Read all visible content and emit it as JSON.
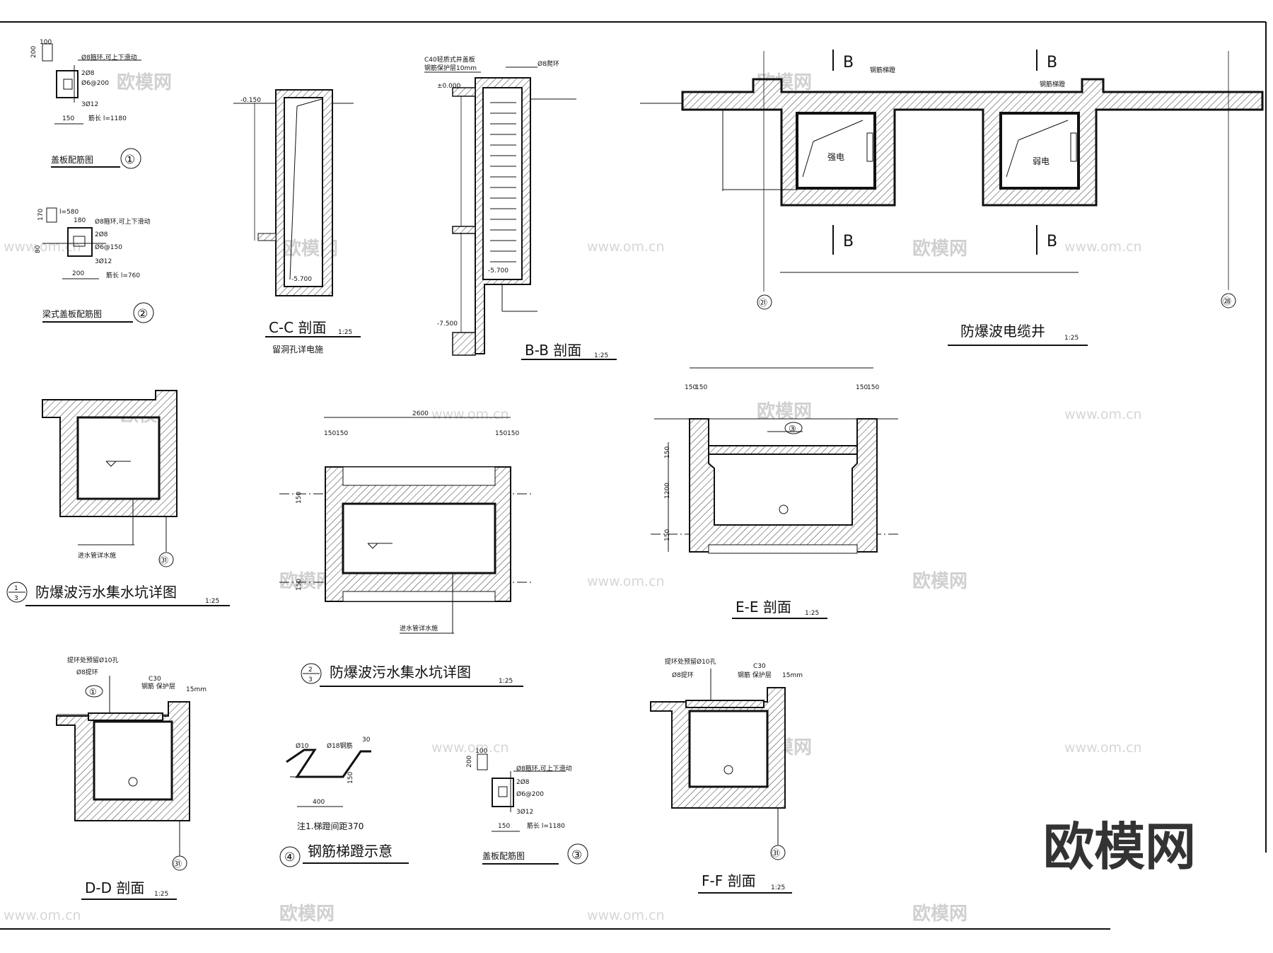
{
  "watermark": {
    "text": "欧模网",
    "site": "www.om.cn",
    "brand": "欧模网"
  },
  "cover1": {
    "dim_w": "100",
    "dim_h": "200",
    "notes": [
      "Ø8箍环,可上下滑动",
      "2Ø8",
      "Ø6@200",
      "3Ø12"
    ],
    "width": "150",
    "length": "筋长 l=1180",
    "title": "盖板配筋图",
    "num": "①"
  },
  "cover2": {
    "dim_top": "l=580",
    "dim_h": "170",
    "dim_w": "180",
    "dim_side": "80",
    "notes": [
      "Ø8箍环,可上下滑动",
      "2Ø8",
      "Ø6@150",
      "3Ø12"
    ],
    "width": "200",
    "length": "筋长 l=760",
    "title": "梁式盖板配筋图",
    "num": "②"
  },
  "secCC": {
    "elev1": "-0.150",
    "elev2": "-5.700",
    "title": "C-C  剖面",
    "scale": "1:25",
    "sub": "留洞孔详电施"
  },
  "secBB": {
    "note1": "C40轻质式井盖板",
    "note2": "钢筋保护层10mm",
    "note3": "Ø8爬环",
    "elev0": "±0.000",
    "elev1": "-5.700",
    "elev2": "-7.500",
    "title": "B-B  剖面",
    "scale": "1:25"
  },
  "shaft": {
    "b": "B",
    "ladder": "钢筋梯蹬",
    "strong": "强电",
    "weak": "弱电",
    "axisL": "㉑",
    "axisR": "㉘",
    "title": "防爆波电缆井",
    "scale": "1:25"
  },
  "pit1": {
    "pipe": "进水管详水施",
    "axis": "㉛",
    "num": "1\n3",
    "title": "防爆波污水集水坑详图",
    "scale": "1:25"
  },
  "pit2": {
    "dim_total": "2600",
    "d150": "150",
    "pipe": "进水管详水施",
    "title": "防爆波污水集水坑详图",
    "scale": "1:25"
  },
  "secEE": {
    "d150": "150",
    "d1200": "1200",
    "num": "③",
    "title": "E-E  剖面",
    "scale": "1:25"
  },
  "secDD": {
    "note1": "提环处预留Ø10孔",
    "note2": "Ø8提环",
    "num": "①",
    "c30": "C30",
    "cover": "钢筋 保护层",
    "mm": "15mm",
    "axis": "㉛",
    "title": "D-D  剖面",
    "scale": "1:25"
  },
  "ladder": {
    "d1": "Ø10",
    "d2": "Ø18钢筋",
    "d3": "30",
    "d4": "400",
    "d5": "150",
    "note": "注1.梯蹬间距370",
    "title": "钢筋梯蹬示意",
    "num": "④"
  },
  "cover3": {
    "dim_w": "100",
    "dim_h": "200",
    "notes": [
      "Ø8箍环,可上下滑动",
      "2Ø8",
      "Ø6@200",
      "3Ø12"
    ],
    "width": "150",
    "length": "筋长 l=1180",
    "title": "盖板配筋图",
    "num": "③"
  },
  "secFF": {
    "note1": "提环处预留Ø10孔",
    "note2": "Ø8提环",
    "c30": "C30",
    "cover": "钢筋 保护层",
    "mm": "15mm",
    "axis": "㉛",
    "title": "F-F  剖面",
    "scale": "1:25"
  }
}
